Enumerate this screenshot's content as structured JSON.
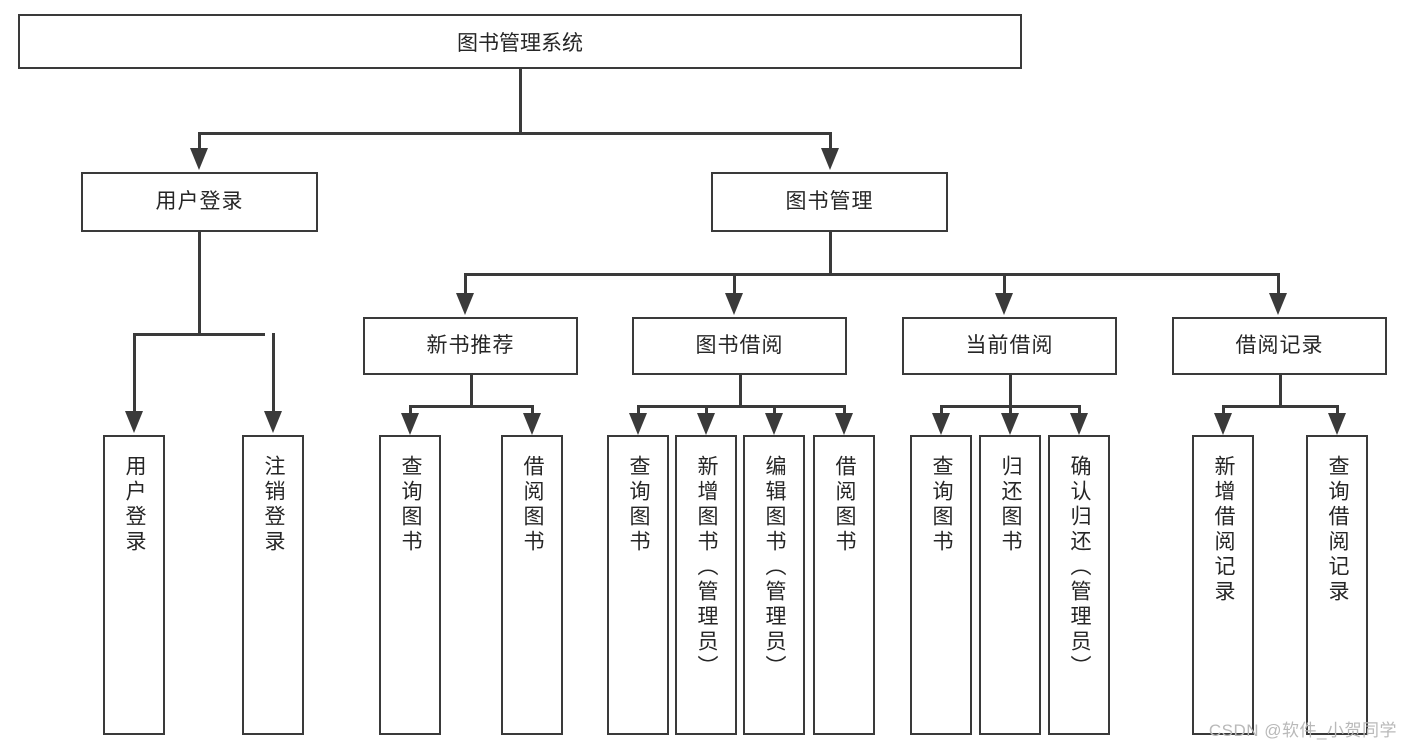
{
  "diagram": {
    "type": "tree",
    "title": "图书管理系统",
    "root": {
      "label": "图书管理系统"
    },
    "level2": [
      {
        "label": "用户登录"
      },
      {
        "label": "图书管理"
      }
    ],
    "level3": [
      {
        "label": "新书推荐"
      },
      {
        "label": "图书借阅"
      },
      {
        "label": "当前借阅"
      },
      {
        "label": "借阅记录"
      }
    ],
    "leaves": {
      "user_login": [
        {
          "label": "用户登录"
        },
        {
          "label": "注销登录"
        }
      ],
      "new_book": [
        {
          "label": "查询图书"
        },
        {
          "label": "借阅图书"
        }
      ],
      "book_borrow": [
        {
          "label": "查询图书"
        },
        {
          "label": "新增图书（管理员）"
        },
        {
          "label": "编辑图书（管理员）"
        },
        {
          "label": "借阅图书"
        }
      ],
      "current_borrow": [
        {
          "label": "查询图书"
        },
        {
          "label": "归还图书"
        },
        {
          "label": "确认归还（管理员）"
        }
      ],
      "borrow_record": [
        {
          "label": "新增借阅记录"
        },
        {
          "label": "查询借阅记录"
        }
      ]
    }
  },
  "watermark": {
    "text": "CSDN @软件_小贺同学"
  },
  "colors": {
    "stroke": "#3a3a3a",
    "text": "#262626",
    "background": "#ffffff",
    "watermark": "#b9b9b9"
  }
}
